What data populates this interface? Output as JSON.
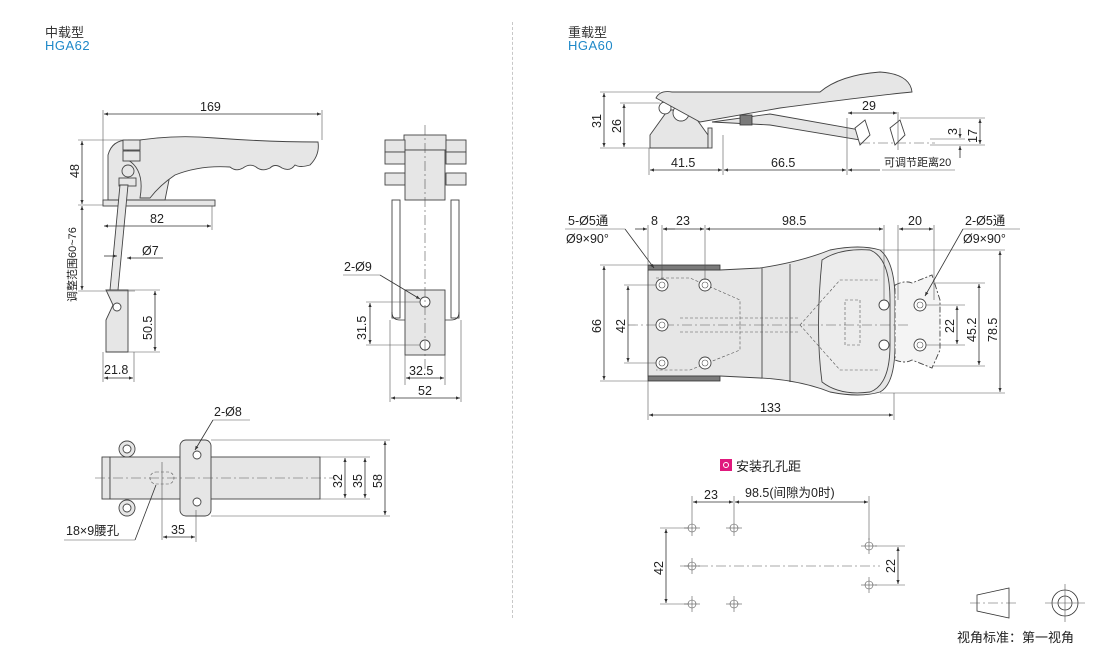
{
  "left_section": {
    "type_label": "中载型",
    "model": "HGA62",
    "side_view": {
      "overall_length": "169",
      "height": "48",
      "base_length": "82",
      "adjust_range": "调整范围60~76",
      "rod_diameter": "Ø7",
      "hook_height": "50.5",
      "hook_width": "21.8"
    },
    "end_view": {
      "holes": "2-Ø9",
      "hole_spacing": "31.5",
      "inner_width": "32.5",
      "outer_width": "52"
    },
    "top_view": {
      "holes": "2-Ø8",
      "slot": "18×9腰孔",
      "slot_offset": "35",
      "width_inner": "32",
      "width_mid": "35",
      "width_outer": "58"
    }
  },
  "right_section": {
    "type_label": "重载型",
    "model": "HGA60",
    "side_view": {
      "height_total": "31",
      "height_base": "26",
      "base_length": "41.5",
      "arm_length": "66.5",
      "hook_travel": "29",
      "hook_offset": "3",
      "hook_height": "17",
      "adjust_note": "可调节距离20"
    },
    "top_view": {
      "base_holes_line1": "5-Ø5通",
      "base_holes_line2": "Ø9×90°",
      "hook_holes_line1": "2-Ø5通",
      "hook_holes_line2": "Ø9×90°",
      "edge_offset": "8",
      "hole_pitch": "23",
      "center_distance": "98.5",
      "hook_offset": "20",
      "base_width": "66",
      "base_hole_spacing": "42",
      "hook_hole_spacing": "22",
      "hook_plate_height": "45.2",
      "overall_width": "78.5",
      "overall_length": "133"
    },
    "mounting": {
      "title": "安装孔孔距",
      "pitch": "23",
      "distance": "98.5(间隙为0时)",
      "base_spacing": "42",
      "hook_spacing": "22",
      "accent_color": "#e0197d"
    }
  },
  "projection": {
    "label": "视角标准：第一视角"
  }
}
